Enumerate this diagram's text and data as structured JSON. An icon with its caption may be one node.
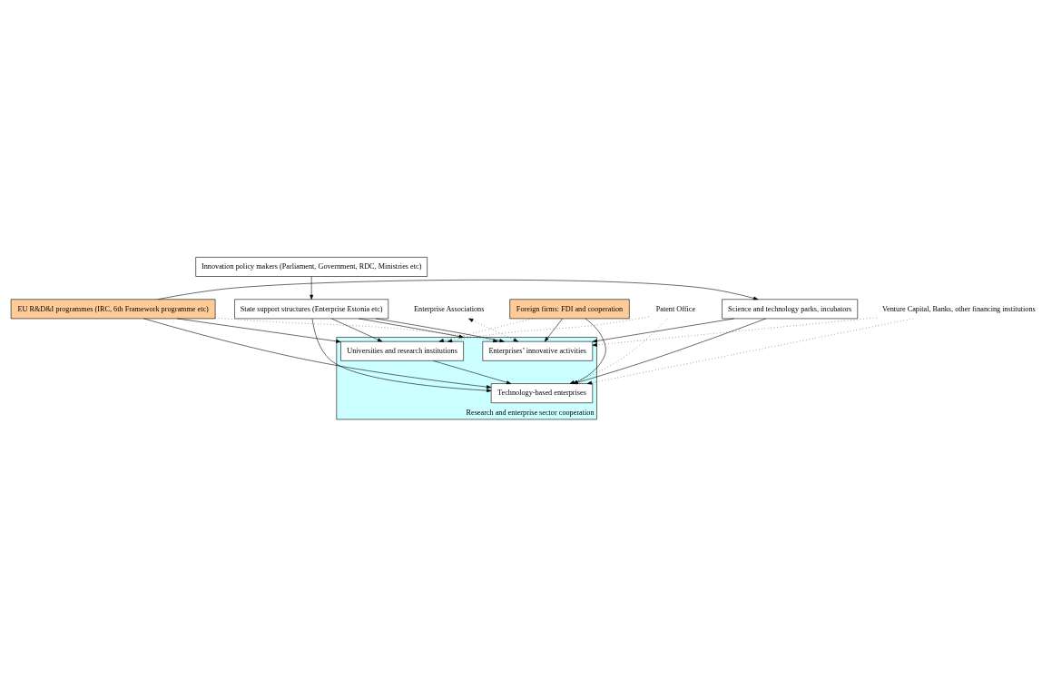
{
  "diagram": {
    "nodes": [
      {
        "text": [
          "Innovation policy makers (Parliament, Government, RDC, Ministries etc)"
        ]
      },
      {
        "text": [
          "State support structures (Enterprise Estonia etc)"
        ]
      },
      {
        "text": [
          "Science and technology parks, incubators"
        ]
      },
      {
        "text": [
          "EU R&D&I programmes (IRC, 6th Framework programme etc)"
        ]
      },
      {
        "text": [
          "Research and enterprise sector cooperation"
        ]
      },
      {
        "text": [
          "Enterprises’ innovative activities"
        ],
        "in": 4
      },
      {
        "text": [
          "Universities and research institutions"
        ],
        "in": 4
      },
      {
        "text": [
          "Technology-based enterprises"
        ],
        "in": 4
      },
      {
        "text": [
          "Enterprise Associations"
        ]
      },
      {
        "text": [
          "Venture Capital, Banks, other financing institutions"
        ]
      },
      {
        "text": [
          "Foreign firms: FDI and cooperation"
        ]
      },
      {
        "text": [
          "Patent Office"
        ]
      }
    ],
    "edges": [
      {
        "from": 0,
        "to": 1,
        "arrow": "to"
      },
      {
        "from": 1,
        "to": 4,
        "arrow": "to"
      },
      {
        "from": 1,
        "to": 5,
        "arrow": "to"
      },
      {
        "from": 1,
        "to": 6,
        "arrow": "to"
      },
      {
        "from": 1,
        "to": 7,
        "arrow": "to"
      },
      {
        "from": 2,
        "to": 5,
        "arrow": "to"
      },
      {
        "from": 2,
        "to": 7,
        "arrow": "to"
      },
      {
        "from": 3,
        "to": 2,
        "arrow": "to"
      },
      {
        "from": 3,
        "to": 6,
        "arrow": "to"
      },
      {
        "from": 3,
        "to": 5,
        "arrow": "to",
        "style": "dashed"
      },
      {
        "from": 3,
        "to": 7,
        "arrow": "to"
      },
      {
        "from": 6,
        "to": 7,
        "arrow": "to"
      },
      {
        "from": 8,
        "to": 5,
        "arrow": "both",
        "style": "dashed"
      },
      {
        "from": 9,
        "to": 5,
        "arrow": "to",
        "style": "dashed"
      },
      {
        "from": 9,
        "to": 7,
        "arrow": "to",
        "style": "dashed"
      },
      {
        "from": 10,
        "to": 5,
        "arrow": "to"
      },
      {
        "from": 10,
        "to": 7,
        "arrow": "to"
      },
      {
        "from": 10,
        "to": 6,
        "arrow": "to",
        "style": "dashed"
      },
      {
        "from": 11,
        "to": 7,
        "arrow": "to",
        "style": "dashed"
      },
      {
        "from": 11,
        "to": 6,
        "arrow": "to",
        "style": "dashed"
      }
    ]
  }
}
